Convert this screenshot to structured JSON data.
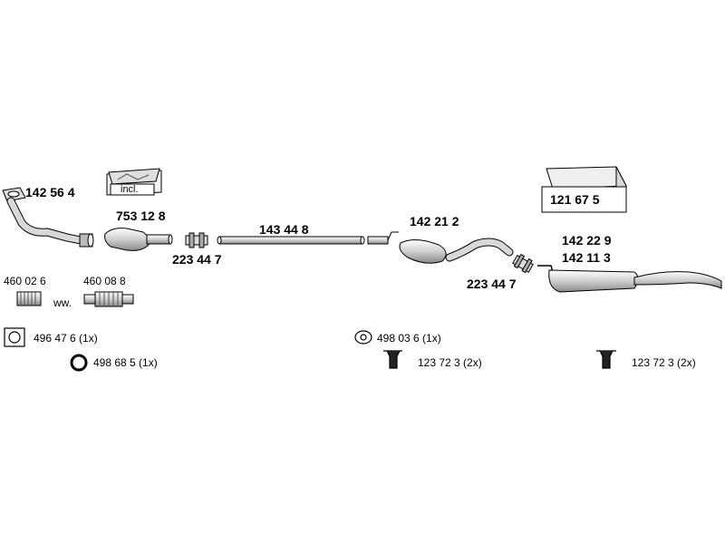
{
  "parts": {
    "p1425564": "142 56 4",
    "p7531288": "753 12 8",
    "p2234471": "223 44 7",
    "p1434448": "143 44 8",
    "p1422112": "142 21 2",
    "p2234472": "223 44 7",
    "p1422229": "142 22 9",
    "p1421113": "142 11 3",
    "p1216755": "121 67 5",
    "p4600026": "460 02 6",
    "p4600088": "460 08 8",
    "ww": "ww."
  },
  "incl_label": "incl.",
  "hardware": {
    "h4964764": "496 47 6  (1x)",
    "h4986855": "498 68 5  (1x)",
    "h4980336": "498 03 6  (1x)",
    "h1237723a": "123 72 3  (2x)",
    "h1237723b": "123 72 3  (2x)"
  },
  "icons": {
    "line_color": "#000000",
    "pipe_fill": "#e6e6e6",
    "box_fill": "#f2f2f2"
  }
}
